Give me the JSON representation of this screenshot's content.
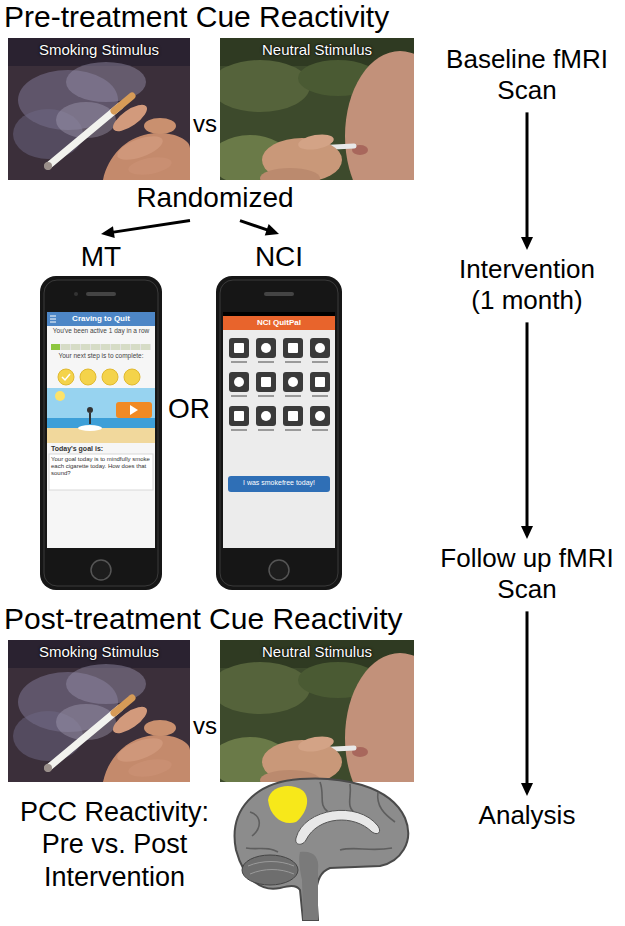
{
  "diagram": {
    "nodes": [
      {
        "text": [
          "Smoking Stimulus"
        ]
      },
      {
        "text": [
          "Neutral Stimulus"
        ]
      },
      {
        "text": [
          "Baseline fMRI Scan"
        ]
      },
      {
        "text": [
          "Randomized"
        ]
      },
      {
        "text": [
          "MT",
          "Craving to Quit",
          "You've been active 1 day in a row",
          "Your next step is to complete:",
          "Today's goal is:",
          "Your goal today is to mindfully smoke each cigarette today. How does that sound?"
        ]
      },
      {
        "text": [
          "NCI",
          "NCI QuitPal",
          "I was smokefree today!"
        ]
      },
      {
        "text": [
          "Intervention (1 month)"
        ]
      },
      {
        "text": [
          "Smoking Stimulus"
        ]
      },
      {
        "text": [
          "Neutral Stimulus"
        ]
      },
      {
        "text": [
          "Follow up fMRI Scan"
        ]
      },
      {
        "text": [
          "Analysis"
        ]
      }
    ],
    "edges": [
      {
        "from": 3,
        "to": 4,
        "arrow": "to"
      },
      {
        "from": 3,
        "to": 5,
        "arrow": "to"
      },
      {
        "from": 2,
        "to": 6,
        "arrow": "to"
      },
      {
        "from": 6,
        "to": 9,
        "arrow": "to"
      },
      {
        "from": 9,
        "to": 10,
        "arrow": "to"
      }
    ],
    "labels": [
      "Pre-treatment Cue Reactivity",
      "vs",
      "OR",
      "Post-treatment Cue Reactivity",
      "vs",
      "PCC Reactivity: Pre vs. Post Intervention"
    ]
  }
}
